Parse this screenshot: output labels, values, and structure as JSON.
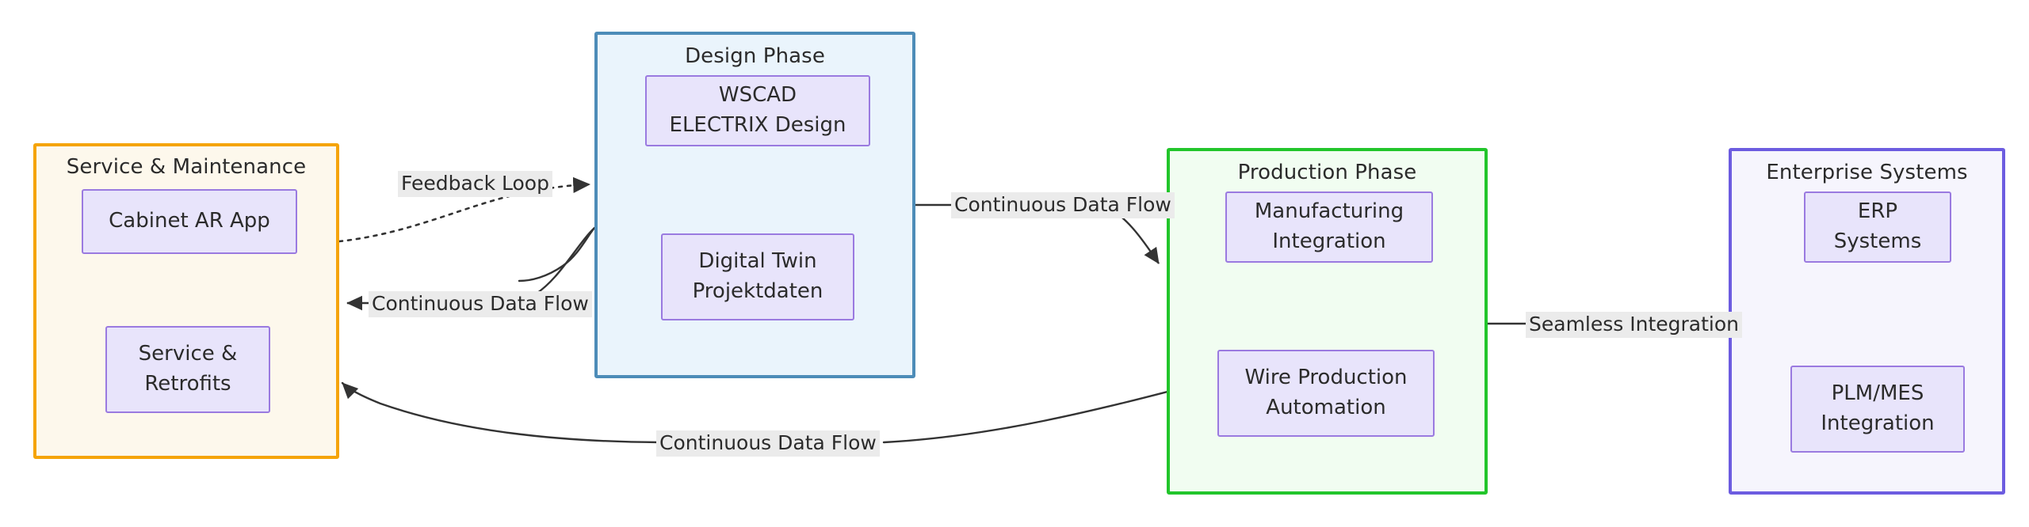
{
  "diagram": {
    "type": "flowchart",
    "orientation": "left-to-right",
    "background": "#ffffff",
    "clusters": [
      {
        "id": "service",
        "title": "Service & Maintenance",
        "border_color": "#f5a409",
        "fill_color": "#fdf8ec",
        "nodes": [
          {
            "id": "cabinet-ar-app",
            "lines": [
              "Cabinet AR App"
            ]
          },
          {
            "id": "service-retrofits",
            "lines": [
              "Service &",
              "Retrofits"
            ]
          }
        ]
      },
      {
        "id": "design",
        "title": "Design Phase",
        "border_color": "#4d8cb8",
        "fill_color": "#eaf4fc",
        "nodes": [
          {
            "id": "wscad-electrix-design",
            "lines": [
              "WSCAD",
              "ELECTRIX Design"
            ]
          },
          {
            "id": "digital-twin-projektdaten",
            "lines": [
              "Digital Twin",
              "Projektdaten"
            ]
          }
        ]
      },
      {
        "id": "production",
        "title": "Production Phase",
        "border_color": "#22c52b",
        "fill_color": "#f1fdf1",
        "nodes": [
          {
            "id": "manufacturing-integration",
            "lines": [
              "Manufacturing",
              "Integration"
            ]
          },
          {
            "id": "wire-production-automation",
            "lines": [
              "Wire Production",
              "Automation"
            ]
          }
        ]
      },
      {
        "id": "enterprise",
        "title": "Enterprise Systems",
        "border_color": "#6c5ce0",
        "fill_color": "#f6f5fd",
        "nodes": [
          {
            "id": "erp-systems",
            "lines": [
              "ERP",
              "Systems"
            ]
          },
          {
            "id": "plm-mes-integration",
            "lines": [
              "PLM/MES",
              "Integration"
            ]
          }
        ]
      }
    ],
    "edges": [
      {
        "id": "feedback-loop",
        "label": "Feedback Loop",
        "from": "cabinet-ar-app",
        "to": "design",
        "style": "dotted",
        "arrow": "end"
      },
      {
        "id": "design-to-service",
        "label": "Continuous Data Flow",
        "from": "digital-twin-projektdaten",
        "to": "service",
        "style": "solid",
        "arrow": "end"
      },
      {
        "id": "design-to-production",
        "label": "Continuous Data Flow",
        "from": "design",
        "to": "production",
        "style": "solid",
        "arrow": "end"
      },
      {
        "id": "production-to-enterprise",
        "label": "Seamless Integration",
        "from": "production",
        "to": "enterprise",
        "style": "solid",
        "arrow": "end"
      },
      {
        "id": "production-to-service",
        "label": "Continuous Data Flow",
        "from": "wire-production-automation",
        "to": "service-retrofits",
        "style": "solid",
        "arrow": "end"
      }
    ]
  }
}
